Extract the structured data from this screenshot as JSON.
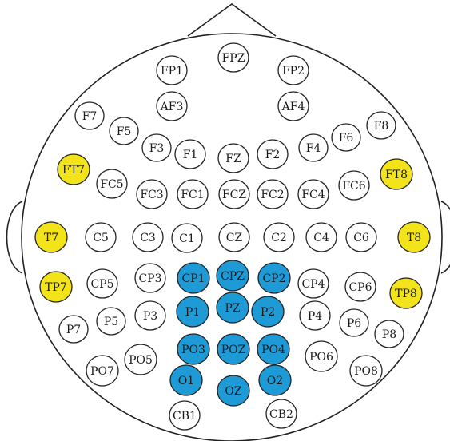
{
  "colors": {
    "background": "#ffffff",
    "outline": "#222222",
    "none": "#ffffff",
    "yellow": "#f2e31b",
    "blue": "#1e9ad6",
    "label": "#1a1a1a"
  },
  "electrodes": [
    {
      "label": "FPZ",
      "group": "none"
    },
    {
      "label": "FP1",
      "group": "none"
    },
    {
      "label": "FP2",
      "group": "none"
    },
    {
      "label": "AF3",
      "group": "none"
    },
    {
      "label": "AF4",
      "group": "none"
    },
    {
      "label": "F7",
      "group": "none"
    },
    {
      "label": "F8",
      "group": "none"
    },
    {
      "label": "F5",
      "group": "none"
    },
    {
      "label": "F6",
      "group": "none"
    },
    {
      "label": "F3",
      "group": "none"
    },
    {
      "label": "F4",
      "group": "none"
    },
    {
      "label": "F1",
      "group": "none"
    },
    {
      "label": "FZ",
      "group": "none"
    },
    {
      "label": "F2",
      "group": "none"
    },
    {
      "label": "FT7",
      "group": "yellow"
    },
    {
      "label": "FT8",
      "group": "yellow"
    },
    {
      "label": "FC5",
      "group": "none"
    },
    {
      "label": "FC6",
      "group": "none"
    },
    {
      "label": "FC3",
      "group": "none"
    },
    {
      "label": "FC1",
      "group": "none"
    },
    {
      "label": "FCZ",
      "group": "none"
    },
    {
      "label": "FC2",
      "group": "none"
    },
    {
      "label": "FC4",
      "group": "none"
    },
    {
      "label": "T7",
      "group": "yellow"
    },
    {
      "label": "C5",
      "group": "none"
    },
    {
      "label": "C3",
      "group": "none"
    },
    {
      "label": "C1",
      "group": "none"
    },
    {
      "label": "CZ",
      "group": "none"
    },
    {
      "label": "C2",
      "group": "none"
    },
    {
      "label": "C4",
      "group": "none"
    },
    {
      "label": "C6",
      "group": "none"
    },
    {
      "label": "T8",
      "group": "yellow"
    },
    {
      "label": "TP7",
      "group": "yellow"
    },
    {
      "label": "CP5",
      "group": "none"
    },
    {
      "label": "CP3",
      "group": "none"
    },
    {
      "label": "CP1",
      "group": "blue"
    },
    {
      "label": "CPZ",
      "group": "blue"
    },
    {
      "label": "CP2",
      "group": "blue"
    },
    {
      "label": "CP4",
      "group": "none"
    },
    {
      "label": "CP6",
      "group": "none"
    },
    {
      "label": "TP8",
      "group": "yellow"
    },
    {
      "label": "P7",
      "group": "none"
    },
    {
      "label": "P5",
      "group": "none"
    },
    {
      "label": "P3",
      "group": "none"
    },
    {
      "label": "P1",
      "group": "blue"
    },
    {
      "label": "PZ",
      "group": "blue"
    },
    {
      "label": "P2",
      "group": "blue"
    },
    {
      "label": "P4",
      "group": "none"
    },
    {
      "label": "P6",
      "group": "none"
    },
    {
      "label": "P8",
      "group": "none"
    },
    {
      "label": "PO7",
      "group": "none"
    },
    {
      "label": "PO5",
      "group": "none"
    },
    {
      "label": "PO3",
      "group": "blue"
    },
    {
      "label": "POZ",
      "group": "blue"
    },
    {
      "label": "PO4",
      "group": "blue"
    },
    {
      "label": "PO6",
      "group": "none"
    },
    {
      "label": "PO8",
      "group": "none"
    },
    {
      "label": "O1",
      "group": "blue"
    },
    {
      "label": "OZ",
      "group": "blue"
    },
    {
      "label": "O2",
      "group": "blue"
    },
    {
      "label": "CB1",
      "group": "none"
    },
    {
      "label": "CB2",
      "group": "none"
    }
  ]
}
